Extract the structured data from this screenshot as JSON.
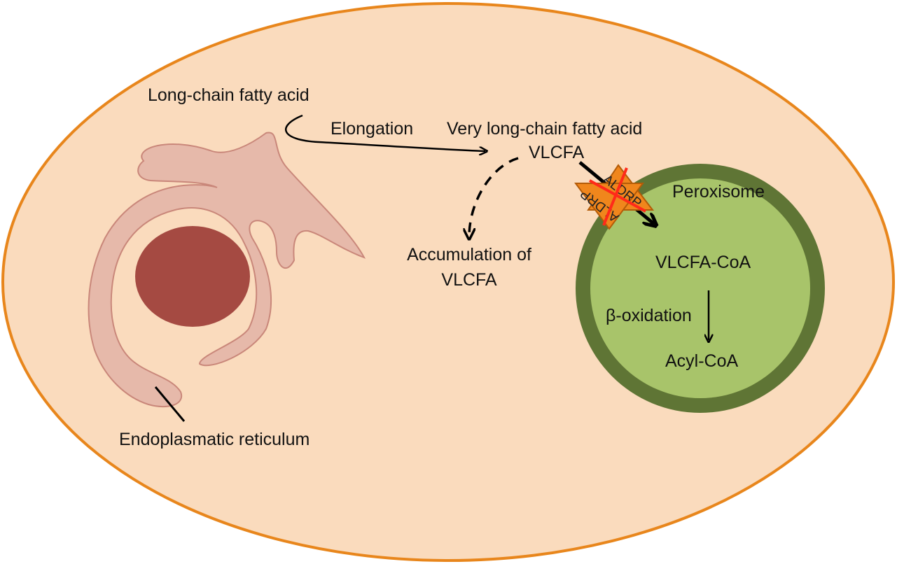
{
  "labels": {
    "long_chain_fatty_acid": "Long-chain fatty acid",
    "elongation": "Elongation",
    "very_long_chain_fatty_acid": "Very long-chain fatty acid",
    "vlcfa": "VLCFA",
    "accumulation_line1": "Accumulation of",
    "accumulation_line2": "VLCFA",
    "peroxisome": "Peroxisome",
    "vlcfa_coa": "VLCFA-CoA",
    "beta_oxidation": "β-oxidation",
    "acyl_coa": "Acyl-CoA",
    "endoplasmatic_reticulum": "Endoplasmatic reticulum",
    "transporter_a": "ALDRP",
    "transporter_b": "ALDRP"
  },
  "colors": {
    "cell_fill": "#fadbbd",
    "cell_border": "#e8861c",
    "er_fill": "#e6b9aa",
    "er_border": "#c9877a",
    "nucleus": "#a54a42",
    "peroxisome_membrane": "#5f7535",
    "peroxisome_fill": "#a8c46a",
    "transporter_fill": "#f0861c",
    "transporter_border": "#b35b08",
    "blocked_cross": "#ff2a1a",
    "arrow": "#000000"
  }
}
